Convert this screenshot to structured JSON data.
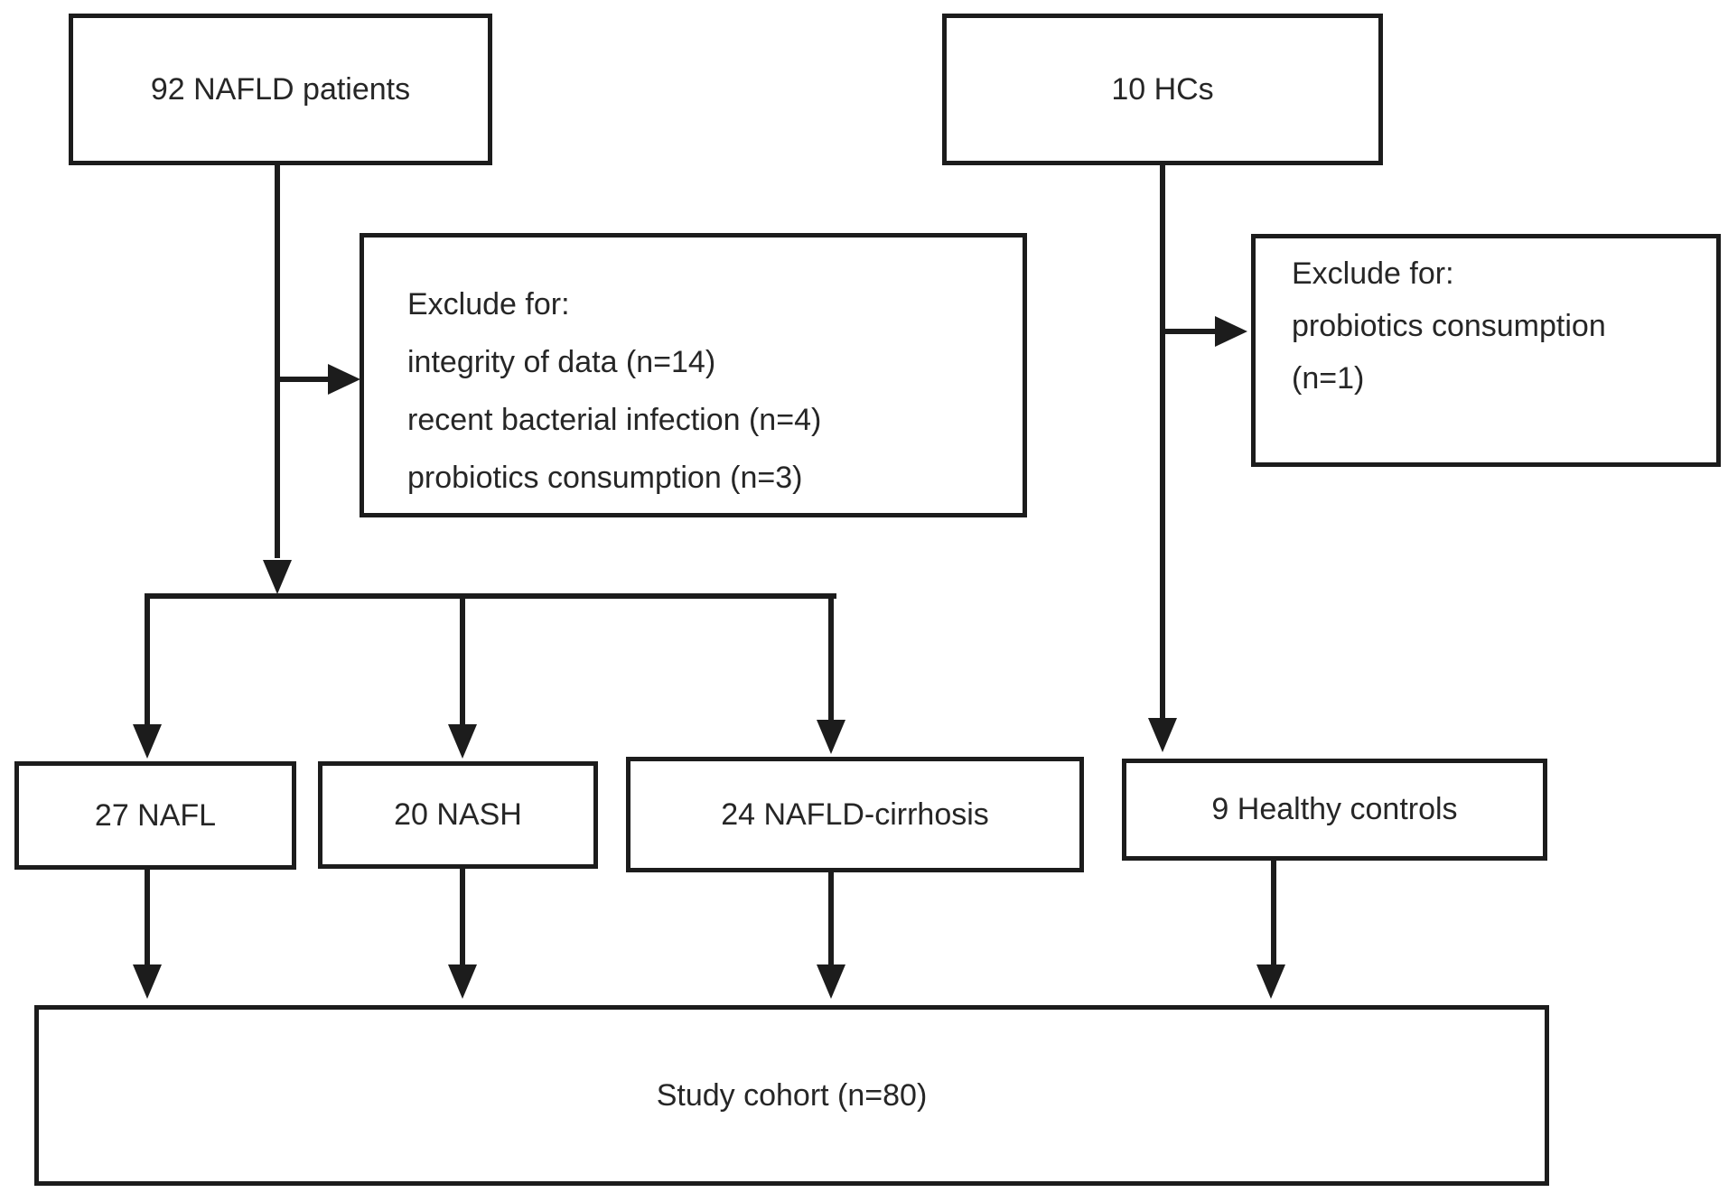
{
  "diagram": {
    "colors": {
      "line": "#1c1c1c",
      "text": "#262626",
      "background": "#ffffff"
    },
    "nodes": {
      "nafld_patients": {
        "label": "92 NAFLD patients"
      },
      "hcs": {
        "label": "10 HCs"
      },
      "exclude_nafld": {
        "lines": [
          "Exclude for:",
          "integrity of data (n=14)",
          "recent bacterial infection (n=4)",
          "probiotics consumption (n=3)"
        ]
      },
      "exclude_hcs": {
        "lines": [
          "Exclude for:",
          "probiotics consumption",
          "(n=1)"
        ]
      },
      "nafl": {
        "label": "27 NAFL"
      },
      "nash": {
        "label": "20 NASH"
      },
      "nafld_cirrhosis": {
        "label": "24 NAFLD-cirrhosis"
      },
      "healthy_controls": {
        "label": "9 Healthy controls"
      },
      "study_cohort": {
        "label": "Study cohort (n=80)"
      }
    }
  }
}
